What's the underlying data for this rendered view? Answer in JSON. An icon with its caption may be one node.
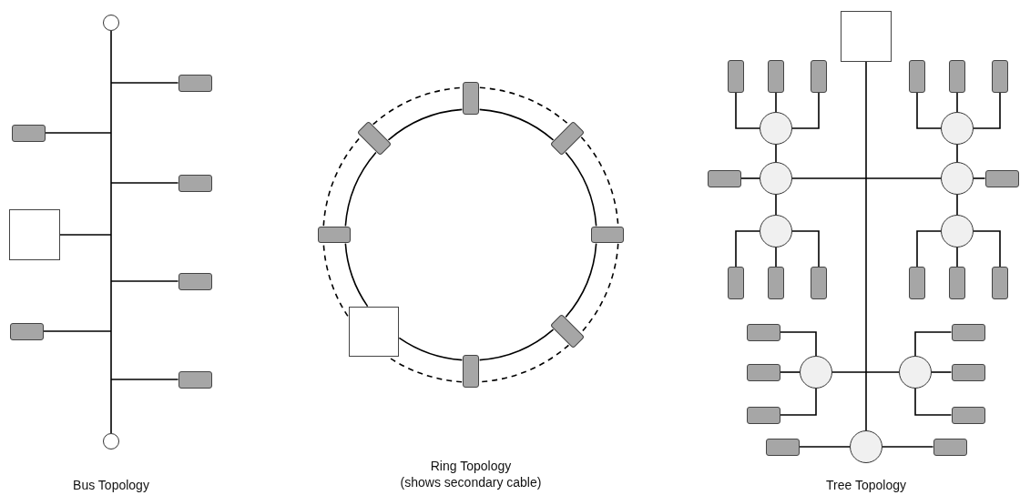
{
  "diagram": {
    "nodes": [
      {
        "text": [],
        "shape": "circle"
      },
      {
        "text": [],
        "shape": "box"
      },
      {
        "text": [],
        "shape": "box"
      },
      {
        "text": [],
        "shape": "box"
      },
      {
        "text": [],
        "shape": "square"
      },
      {
        "text": [],
        "shape": "box"
      },
      {
        "text": [],
        "shape": "box"
      },
      {
        "text": [],
        "shape": "box"
      },
      {
        "text": [],
        "shape": "circle"
      },
      {
        "text": [],
        "shape": "box"
      },
      {
        "text": [],
        "shape": "box"
      },
      {
        "text": [],
        "shape": "box"
      },
      {
        "text": [],
        "shape": "box"
      },
      {
        "text": [],
        "shape": "box"
      },
      {
        "text": [],
        "shape": "square"
      },
      {
        "text": [],
        "shape": "box"
      },
      {
        "text": [],
        "shape": "box"
      },
      {
        "text": [],
        "shape": "square"
      },
      {
        "text": [],
        "shape": "box"
      },
      {
        "text": [],
        "shape": "box"
      },
      {
        "text": [],
        "shape": "box"
      },
      {
        "text": [],
        "shape": "box"
      },
      {
        "text": [],
        "shape": "box"
      },
      {
        "text": [],
        "shape": "box"
      },
      {
        "text": [],
        "shape": "circle"
      },
      {
        "text": [],
        "shape": "circle"
      },
      {
        "text": [],
        "shape": "box"
      },
      {
        "text": [],
        "shape": "circle"
      },
      {
        "text": [],
        "shape": "circle"
      },
      {
        "text": [],
        "shape": "box"
      },
      {
        "text": [],
        "shape": "circle"
      },
      {
        "text": [],
        "shape": "circle"
      },
      {
        "text": [],
        "shape": "box"
      },
      {
        "text": [],
        "shape": "box"
      },
      {
        "text": [],
        "shape": "box"
      },
      {
        "text": [],
        "shape": "box"
      },
      {
        "text": [],
        "shape": "box"
      },
      {
        "text": [],
        "shape": "box"
      },
      {
        "text": [],
        "shape": "box"
      },
      {
        "text": [],
        "shape": "box"
      },
      {
        "text": [],
        "shape": "box"
      },
      {
        "text": [],
        "shape": "circle"
      },
      {
        "text": [],
        "shape": "circle"
      },
      {
        "text": [],
        "shape": "box"
      },
      {
        "text": [],
        "shape": "box"
      },
      {
        "text": [],
        "shape": "box"
      },
      {
        "text": [],
        "shape": "box"
      },
      {
        "text": [],
        "shape": "circle"
      },
      {
        "text": [],
        "shape": "box"
      }
    ],
    "edges": [
      {
        "from": 0,
        "to": 8,
        "arrow": "none"
      },
      {
        "from": 1,
        "to": null,
        "arrow": "none"
      },
      {
        "from": 2,
        "to": null,
        "arrow": "none"
      },
      {
        "from": 3,
        "to": null,
        "arrow": "none"
      },
      {
        "from": 4,
        "to": null,
        "arrow": "none"
      },
      {
        "from": 5,
        "to": null,
        "arrow": "none"
      },
      {
        "from": 6,
        "to": null,
        "arrow": "none"
      },
      {
        "from": 7,
        "to": null,
        "arrow": "none"
      },
      {
        "from": 9,
        "to": 10,
        "arrow": "none"
      },
      {
        "from": 10,
        "to": 11,
        "arrow": "none"
      },
      {
        "from": 11,
        "to": 12,
        "arrow": "none"
      },
      {
        "from": 12,
        "to": 13,
        "arrow": "none"
      },
      {
        "from": 13,
        "to": 14,
        "arrow": "none"
      },
      {
        "from": 14,
        "to": 15,
        "arrow": "none"
      },
      {
        "from": 15,
        "to": 16,
        "arrow": "none"
      },
      {
        "from": 16,
        "to": 9,
        "arrow": "none"
      },
      {
        "from": 9,
        "to": 10,
        "arrow": "none",
        "style": "dashed"
      },
      {
        "from": 10,
        "to": 11,
        "arrow": "none",
        "style": "dashed"
      },
      {
        "from": 11,
        "to": 12,
        "arrow": "none",
        "style": "dashed"
      },
      {
        "from": 12,
        "to": 13,
        "arrow": "none",
        "style": "dashed"
      },
      {
        "from": 13,
        "to": 14,
        "arrow": "none",
        "style": "dashed"
      },
      {
        "from": 14,
        "to": 15,
        "arrow": "none",
        "style": "dashed"
      },
      {
        "from": 15,
        "to": 16,
        "arrow": "none",
        "style": "dashed"
      },
      {
        "from": 16,
        "to": 9,
        "arrow": "none",
        "style": "dashed"
      },
      {
        "from": 17,
        "to": 47,
        "arrow": "none"
      },
      {
        "from": 27,
        "to": 28,
        "arrow": "none"
      },
      {
        "from": 41,
        "to": 42,
        "arrow": "none"
      },
      {
        "from": 24,
        "to": 27,
        "arrow": "none"
      },
      {
        "from": 27,
        "to": 30,
        "arrow": "none"
      },
      {
        "from": 25,
        "to": 28,
        "arrow": "none"
      },
      {
        "from": 28,
        "to": 31,
        "arrow": "none"
      },
      {
        "from": 18,
        "to": 24,
        "arrow": "none"
      },
      {
        "from": 19,
        "to": 24,
        "arrow": "none"
      },
      {
        "from": 20,
        "to": 24,
        "arrow": "none"
      },
      {
        "from": 21,
        "to": 25,
        "arrow": "none"
      },
      {
        "from": 22,
        "to": 25,
        "arrow": "none"
      },
      {
        "from": 23,
        "to": 25,
        "arrow": "none"
      },
      {
        "from": 26,
        "to": 27,
        "arrow": "none"
      },
      {
        "from": 29,
        "to": 28,
        "arrow": "none"
      },
      {
        "from": 32,
        "to": 30,
        "arrow": "none"
      },
      {
        "from": 33,
        "to": 30,
        "arrow": "none"
      },
      {
        "from": 34,
        "to": 30,
        "arrow": "none"
      },
      {
        "from": 35,
        "to": 31,
        "arrow": "none"
      },
      {
        "from": 36,
        "to": 31,
        "arrow": "none"
      },
      {
        "from": 37,
        "to": 31,
        "arrow": "none"
      },
      {
        "from": 38,
        "to": 41,
        "arrow": "none"
      },
      {
        "from": 40,
        "to": 41,
        "arrow": "none"
      },
      {
        "from": 44,
        "to": 41,
        "arrow": "none"
      },
      {
        "from": 39,
        "to": 42,
        "arrow": "none"
      },
      {
        "from": 43,
        "to": 42,
        "arrow": "none"
      },
      {
        "from": 45,
        "to": 42,
        "arrow": "none"
      },
      {
        "from": 46,
        "to": 47,
        "arrow": "none"
      },
      {
        "from": 48,
        "to": 47,
        "arrow": "none"
      }
    ],
    "labels": [
      "Bus Topology",
      "Ring Topology",
      "(shows secondary cable)",
      "Tree Topology"
    ]
  }
}
